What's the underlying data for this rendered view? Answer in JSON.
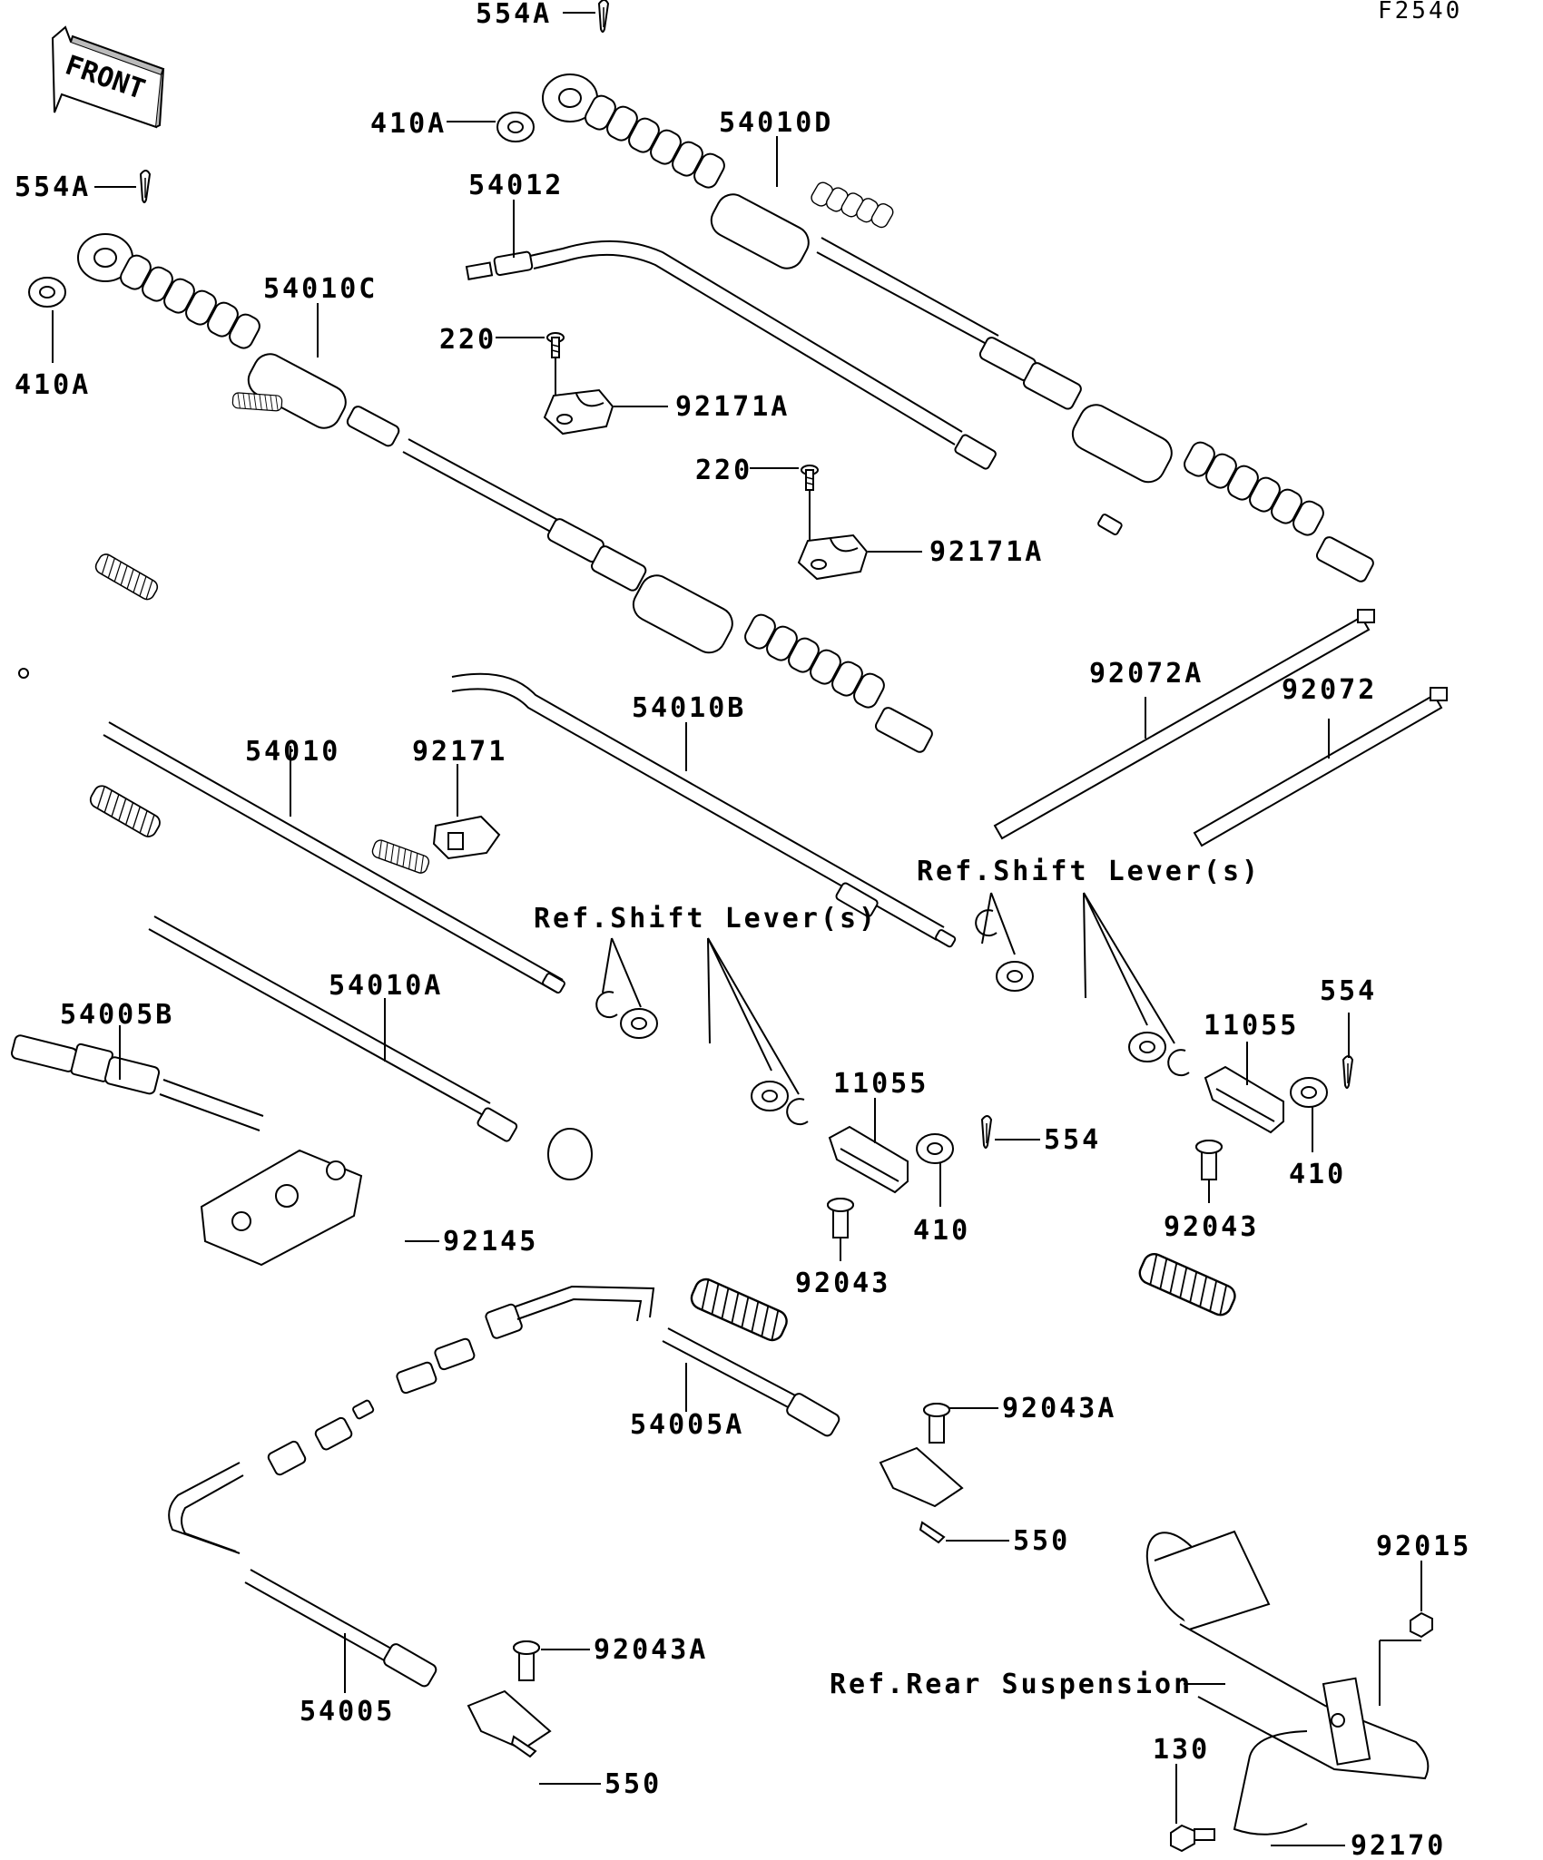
{
  "diagram_code": "F2540",
  "front_label": "FRONT",
  "labels": {
    "l554A_top": "554A",
    "l554A_left": "554A",
    "l410A_top": "410A",
    "l410A_left": "410A",
    "l54010D": "54010D",
    "l54012": "54012",
    "l54010C": "54010C",
    "l220_a": "220",
    "l92171A_a": "92171A",
    "l220_b": "220",
    "l92171A_b": "92171A",
    "l92072A": "92072A",
    "l92072": "92072",
    "l54010B": "54010B",
    "l54010": "54010",
    "l92171": "92171",
    "lRefShift_right": "Ref.Shift Lever(s)",
    "lRefShift_left": "Ref.Shift Lever(s)",
    "l54010A": "54010A",
    "l54005B": "54005B",
    "l554_right": "554",
    "l11055_right": "11055",
    "l11055_left": "11055",
    "l554_mid": "554",
    "l410_right": "410",
    "l410_mid": "410",
    "l92043_right": "92043",
    "l92043_left": "92043",
    "l92145": "92145",
    "l54005A": "54005A",
    "l92043A_top": "92043A",
    "l550_top": "550",
    "l92015": "92015",
    "lRefRear": "Ref.Rear Suspension",
    "l92043A_bot": "92043A",
    "l54005": "54005",
    "l550_bot": "550",
    "l130": "130",
    "l92170": "92170"
  }
}
